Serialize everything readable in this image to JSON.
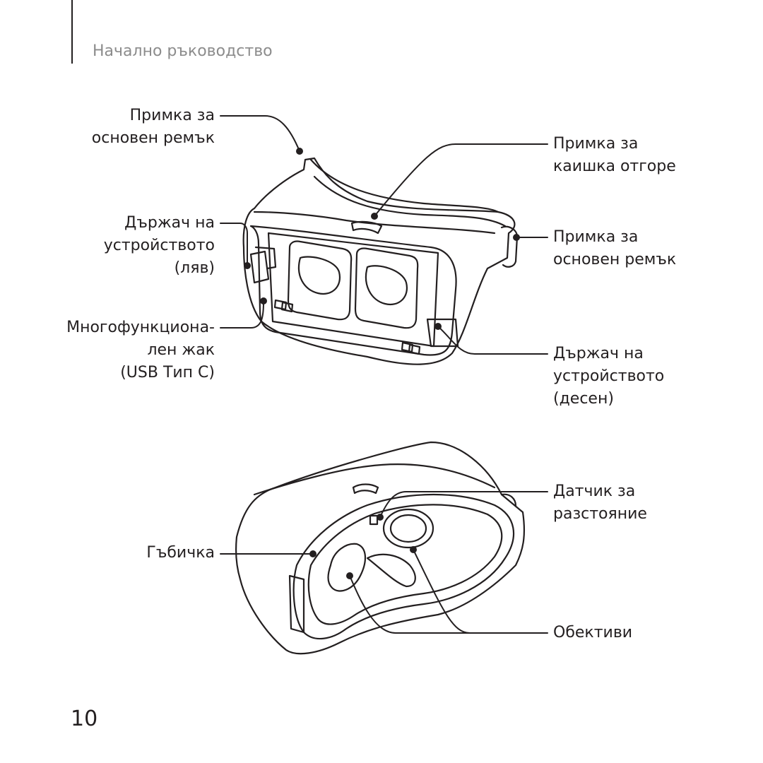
{
  "header": {
    "section_title": "Начално ръководство"
  },
  "page_number": "10",
  "labels": {
    "top_strap_loop_left": [
      "Примка за",
      "основен ремък"
    ],
    "top_strap_loop_top": [
      "Примка за",
      "каишка отгоре"
    ],
    "holder_left": [
      "Държач на",
      "устройството",
      "(ляв)"
    ],
    "strap_loop_right": [
      "Примка за",
      "основен ремък"
    ],
    "usb_port": [
      "Многофункциона-",
      "лен жак",
      "(USB Тип C)"
    ],
    "holder_right": [
      "Държач на",
      "устройството",
      "(десен)"
    ],
    "distance_sensor": [
      "Датчик за",
      "разстояние"
    ],
    "cushion": [
      "Гъбичка"
    ],
    "lenses": [
      "Обективи"
    ]
  }
}
